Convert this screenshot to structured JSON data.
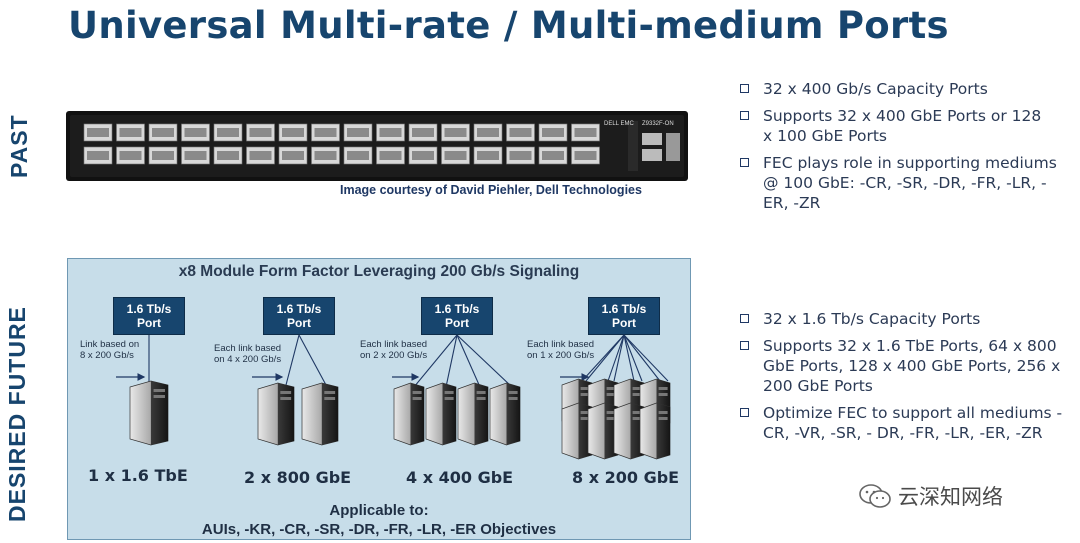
{
  "title": "Universal Multi-rate / Multi-medium Ports",
  "labels": {
    "past": "PAST",
    "future": "DESIRED FUTURE"
  },
  "switch": {
    "courtesy": "Image courtesy of David Piehler, Dell Technologies",
    "brand": "DELL EMC",
    "model": "Z9332F-ON"
  },
  "past_bullets": [
    "32 x 400 Gb/s Capacity Ports",
    "Supports 32 x 400 GbE Ports or 128 x 100 GbE Ports",
    "FEC plays role in supporting mediums @ 100 GbE: -CR, -SR, -DR, -FR, -LR, -ER, -ZR"
  ],
  "future_bullets": [
    "32 x 1.6 Tb/s Capacity Ports",
    "Supports 32 x 1.6 TbE Ports, 64 x 800 GbE Ports, 128 x 400 GbE Ports, 256 x 200 GbE Ports",
    "Optimize FEC to support all mediums - CR, -VR, -SR, - DR, -FR, -LR, -ER, -ZR"
  ],
  "diagram": {
    "title": "x8 Module Form Factor Leveraging 200 Gb/s Signaling",
    "port_line1": "1.6 Tb/s",
    "port_line2": "Port",
    "groups": [
      {
        "link": [
          "Link based on",
          "8 x 200 Gb/s"
        ],
        "caption": "1 x 1.6 TbE"
      },
      {
        "link": [
          "Each link based",
          "on 4 x 200 Gb/s"
        ],
        "caption": "2 x 800 GbE"
      },
      {
        "link": [
          "Each link based",
          "on 2 x 200 Gb/s"
        ],
        "caption": "4 x 400 GbE"
      },
      {
        "link": [
          "Each link based",
          "on 1 x 200 Gb/s"
        ],
        "caption": "8 x 200 GbE"
      }
    ],
    "applicable_line1": "Applicable to:",
    "applicable_line2": "AUIs, -KR, -CR, -SR, -DR, -FR, -LR, -ER Objectives"
  },
  "watermark": "云深知网络"
}
